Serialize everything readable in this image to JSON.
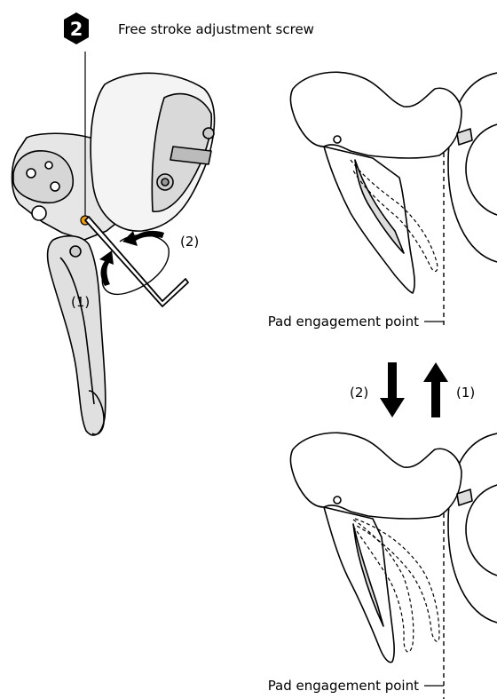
{
  "step": {
    "number": "2",
    "title": "Free stroke adjustment screw"
  },
  "rotation_labels": {
    "direction_1": "(1)",
    "direction_2": "(2)"
  },
  "arrow_labels": {
    "down": "(2)",
    "up": "(1)"
  },
  "callouts": {
    "top": "Pad engagement point",
    "bottom": "Pad engagement point"
  }
}
